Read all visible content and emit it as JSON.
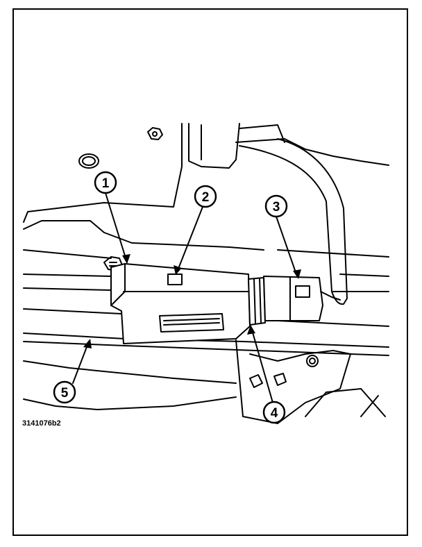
{
  "figure_id": "3141076b2",
  "callouts": [
    {
      "label": "1"
    },
    {
      "label": "2"
    },
    {
      "label": "3"
    },
    {
      "label": "4"
    },
    {
      "label": "5"
    }
  ],
  "colors": {
    "line": "#000000",
    "background": "#ffffff"
  }
}
